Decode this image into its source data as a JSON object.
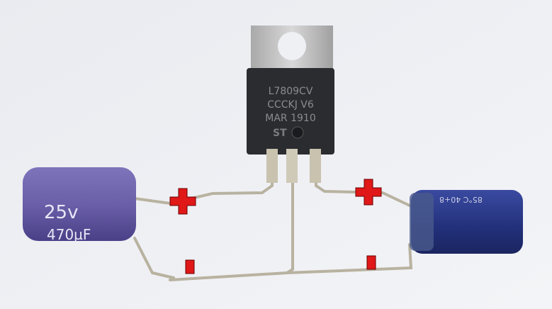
{
  "regulator": {
    "line1": "L7809CV",
    "line2": "CCCKJ  V6",
    "line3": "MAR  1910"
  },
  "capacitor_left": {
    "voltage": "25v",
    "capacitance": "470µF"
  },
  "capacitor_right": {
    "label": "85°C 40+8"
  },
  "markers": {
    "plus_left": "+",
    "plus_right": "+",
    "minus_left": "-",
    "minus_right": "-"
  },
  "colors": {
    "background": "#eef0f4",
    "marker": "#e01818",
    "capacitor_left": "#6a5fa8",
    "capacitor_right": "#2a3a8c",
    "regulator_body": "#2a2c30",
    "heatsink": "#c9c9c9"
  }
}
